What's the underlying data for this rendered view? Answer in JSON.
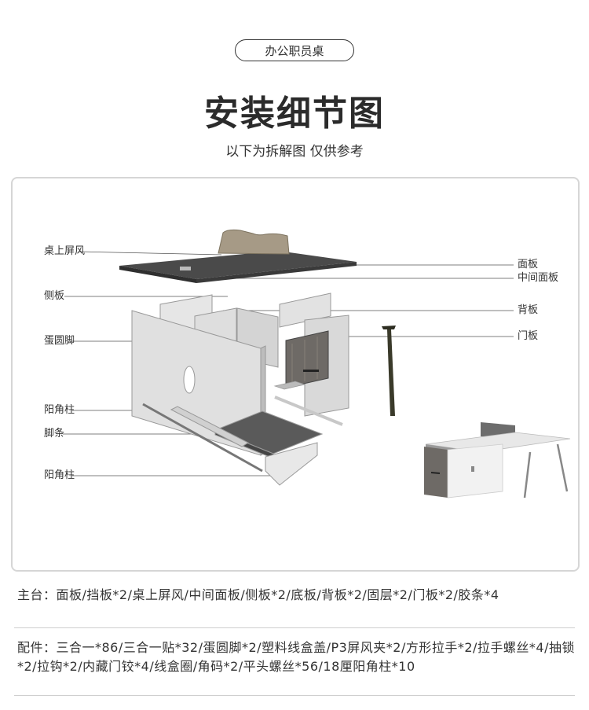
{
  "header": {
    "category_tag": "办公职员桌",
    "title": "安装细节图",
    "subtitle": "以下为拆解图 仅供参考"
  },
  "diagram": {
    "labels_left": [
      "桌上屏风",
      "侧板",
      "蛋圆脚",
      "阳角柱",
      "脚条",
      "阳角柱"
    ],
    "labels_right": [
      "面板",
      "中间面板",
      "背板",
      "门板"
    ]
  },
  "parts": {
    "main_text": "主台：面板/挡板*2/桌上屏风/中间面板/侧板*2/底板/背板*2/固层*2/门板*2/胶条*4",
    "accessories_text": "配件：三合一*86/三合一贴*32/蛋圆脚*2/塑料线盒盖/P3屏风夹*2/方形拉手*2/拉手螺丝*4/抽锁*2/拉钩*2/内藏门铰*4/线盒圈/角码*2/平头螺丝*56/18厘阳角柱*10"
  },
  "colors": {
    "panel_dark": "#4a4a4a",
    "panel_light": "#dcdcdc",
    "screen_fabric": "#a69a86",
    "wood_grain": "#6e6a66",
    "leg": "#2e2e22",
    "frame_border": "#d6d6d6"
  }
}
